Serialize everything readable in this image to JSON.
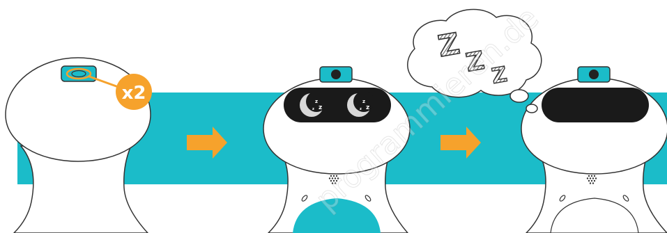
{
  "badge": {
    "text": "x2"
  },
  "sleep": {
    "letters": [
      "Z",
      "Z",
      "Z"
    ]
  },
  "watermark": {
    "text": "programmieren.de"
  },
  "colors": {
    "teal": "#1BBCC9",
    "orange": "#F6A22C",
    "outline": "#333333",
    "body": "#FFFFFF",
    "face": "#1A1A1A",
    "eye": "#D0D0D0"
  },
  "icons": [
    "button-icon",
    "arrow-right-icon",
    "moon-eye-icon",
    "camera-icon",
    "speaker-icon",
    "thought-bubble-icon"
  ]
}
